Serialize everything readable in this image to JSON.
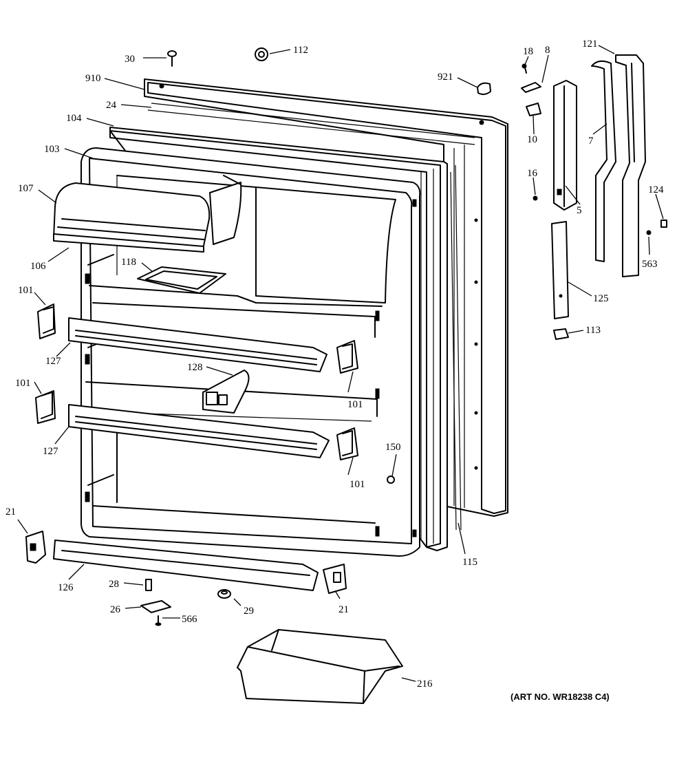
{
  "art_number": "(ART NO. WR18238 C4)",
  "callouts": {
    "c30": "30",
    "c112": "112",
    "c910": "910",
    "c921": "921",
    "c24": "24",
    "c104": "104",
    "c103": "103",
    "c107": "107",
    "c106": "106",
    "c118": "118",
    "c101a": "101",
    "c101b": "101",
    "c101c": "101",
    "c101d": "101",
    "c127a": "127",
    "c127b": "127",
    "c128": "128",
    "c21a": "21",
    "c21b": "21",
    "c126": "126",
    "c28": "28",
    "c26": "26",
    "c566": "566",
    "c29": "29",
    "c216": "216",
    "c150": "150",
    "c115": "115",
    "c18": "18",
    "c8": "8",
    "c10": "10",
    "c16": "16",
    "c5": "5",
    "c121": "121",
    "c7": "7",
    "c124": "124",
    "c563": "563",
    "c125": "125",
    "c113": "113"
  }
}
